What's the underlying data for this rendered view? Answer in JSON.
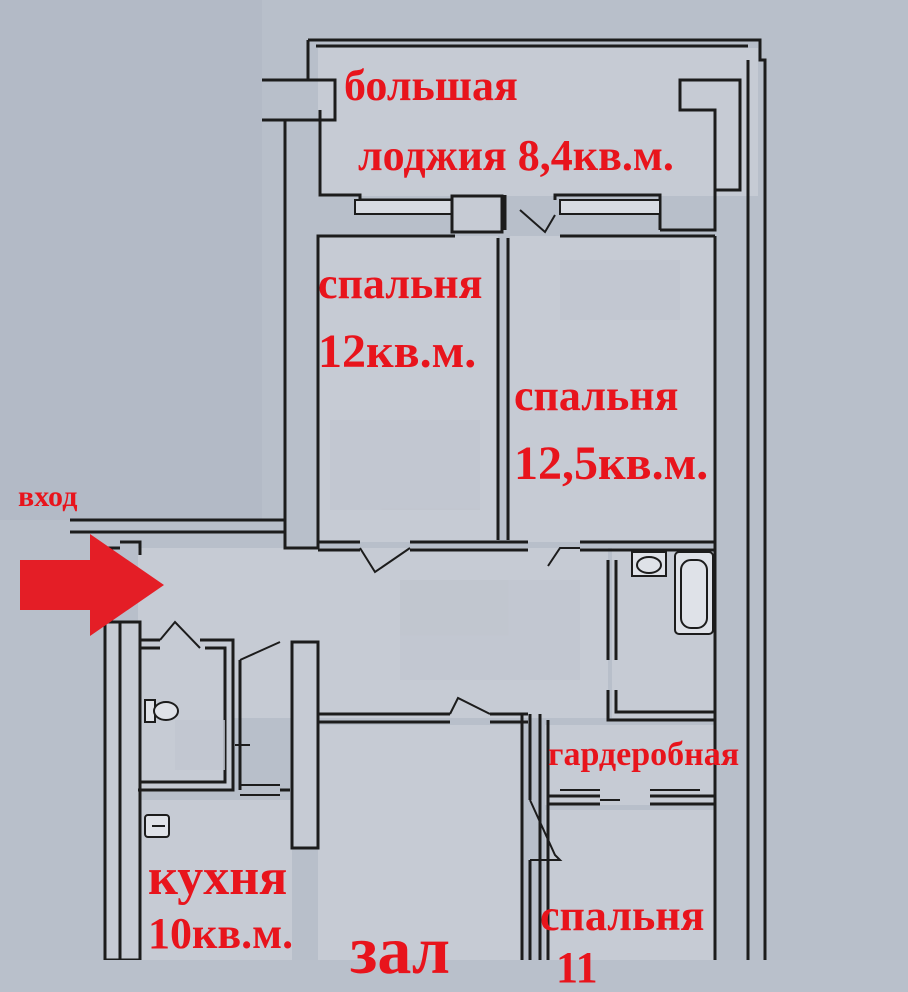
{
  "labels": {
    "loggia_line1": "большая",
    "loggia_line2": "лоджия 8,4кв.м.",
    "bedroom1_line1": "спальня",
    "bedroom1_line2": "12кв.м.",
    "bedroom2_line1": "спальня",
    "bedroom2_line2": "12,5кв.м.",
    "entrance": "вход",
    "wardrobe": "гардеробная",
    "kitchen_line1": "кухня",
    "kitchen_line2": "10кв.м.",
    "hall": "зал",
    "bedroom3_line1": "спальня",
    "bedroom3_line2": "11"
  },
  "colors": {
    "label_red": "#e8141c",
    "arrow_red": "#e41e26",
    "wall": "#1c1c1c",
    "paper": "#bcc3ce",
    "room_fill": "#c8cdd5"
  },
  "icons": {
    "entrance_arrow": "arrow-right-icon",
    "sink": "sink-icon",
    "bathtub": "bathtub-icon",
    "toilet": "toilet-icon"
  }
}
